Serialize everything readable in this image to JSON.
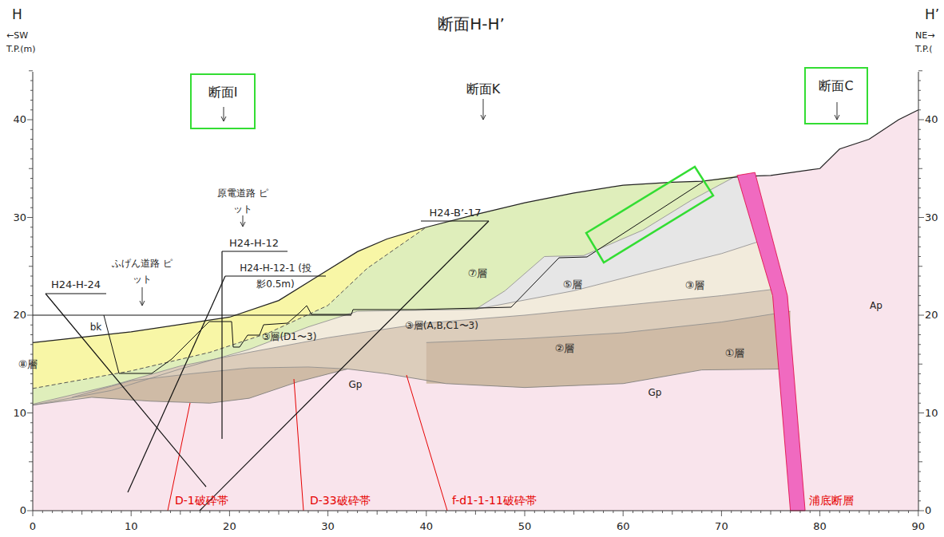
{
  "diagram": {
    "title": "断面H-H’",
    "nodes": [
      {
        "text": [
          "断面I"
        ]
      },
      {
        "text": [
          "断面C"
        ]
      }
    ],
    "labels": [
      "H",
      "H’",
      "←SW",
      "T.P.(m)",
      "NE→",
      "T.P.(",
      "断面K",
      "原電道路 ピット",
      "H24-H-12",
      "H24-H-12-1 (投影0.5m)",
      "ふげん道路 ピット",
      "H24-H-24",
      "H24-B’-17",
      "bk",
      "⑧層",
      "⑦層",
      "⑤層",
      "③層",
      "③層(D1〜3)",
      "③層(A,B,C1〜3)",
      "②層",
      "①層",
      "Gp",
      "Gp",
      "Ap",
      "D-1破砕帯",
      "D-33破砕帯",
      "f-d1-1-11破砕帯",
      "浦底断層",
      "0",
      "10",
      "20",
      "30",
      "40",
      "0",
      "10",
      "20",
      "30",
      "40",
      "0",
      "10",
      "20",
      "30",
      "40",
      "50",
      "60",
      "70",
      "80",
      "90"
    ]
  }
}
